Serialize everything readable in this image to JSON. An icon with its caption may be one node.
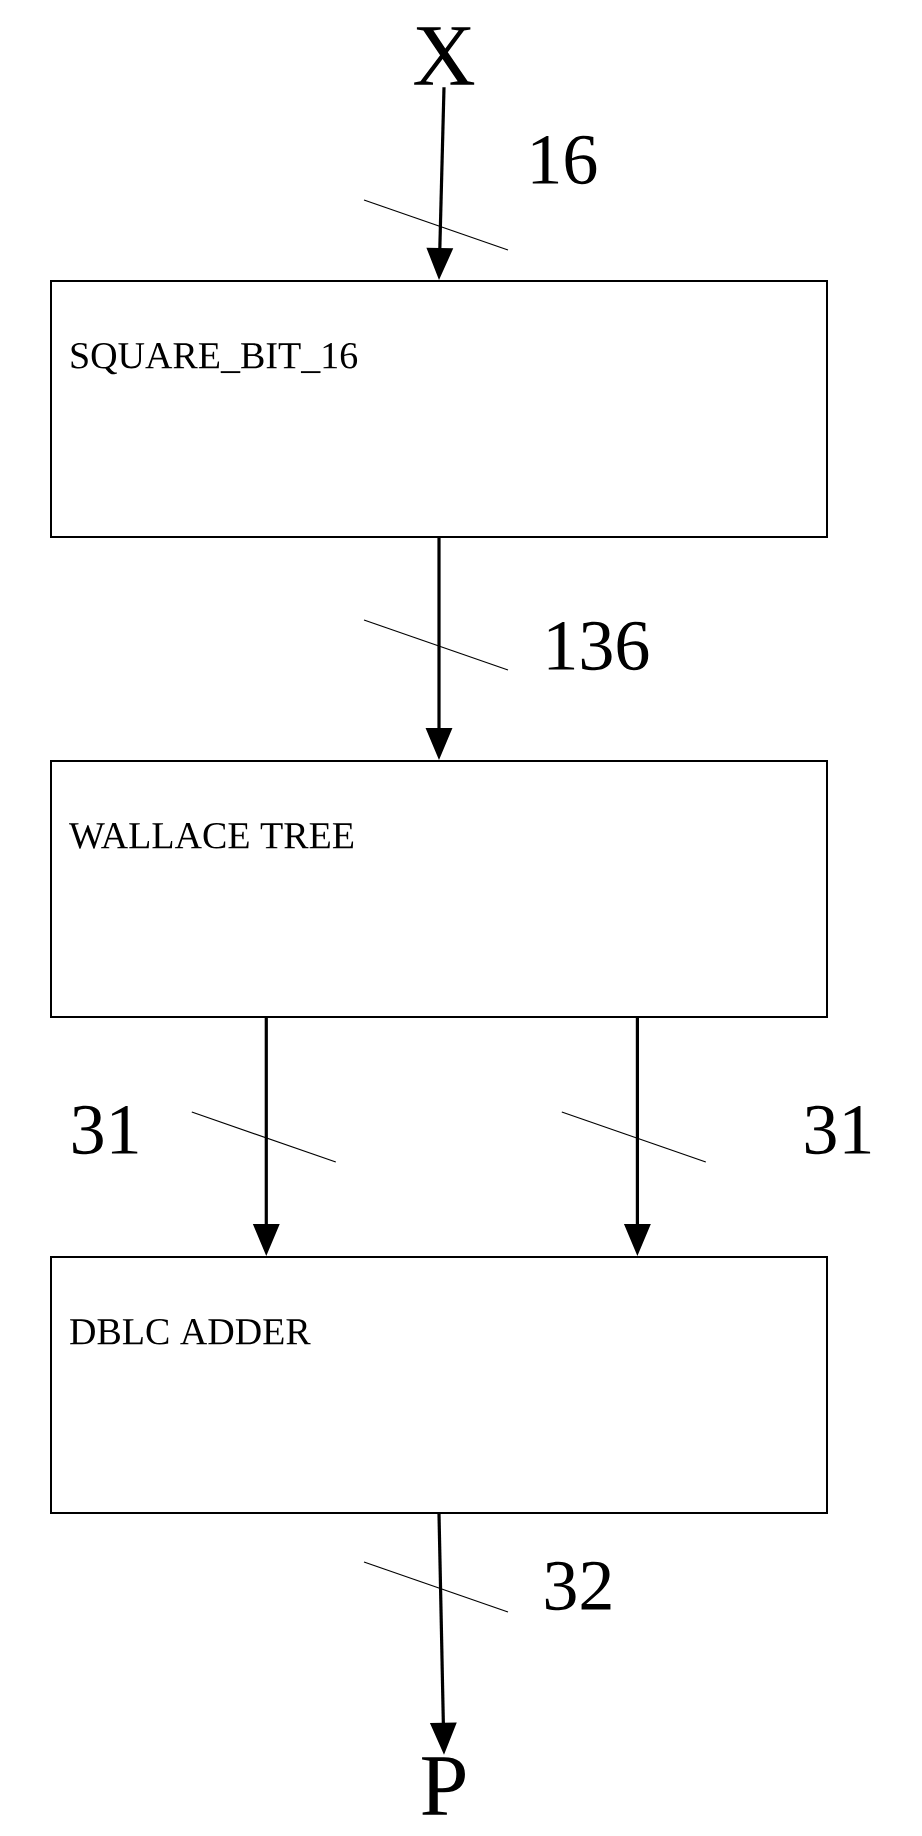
{
  "diagram": {
    "nodes": [
      {
        "text": [
          "X"
        ]
      },
      {
        "text": [
          "SQUARE_BIT_16"
        ]
      },
      {
        "text": [
          "WALLACE TREE"
        ]
      },
      {
        "text": [
          "DBLC  ADDER"
        ]
      },
      {
        "text": [
          "P"
        ]
      }
    ],
    "edges": [
      {
        "from": 0,
        "to": 1,
        "arrow": "to",
        "label": "16"
      },
      {
        "from": 1,
        "to": 2,
        "arrow": "to",
        "label": "136"
      },
      {
        "from": 2,
        "to": 3,
        "arrow": "to",
        "label": "31"
      },
      {
        "from": 2,
        "to": 3,
        "arrow": "to",
        "label": "31"
      },
      {
        "from": 3,
        "to": 4,
        "arrow": "to",
        "label": "32"
      }
    ]
  }
}
